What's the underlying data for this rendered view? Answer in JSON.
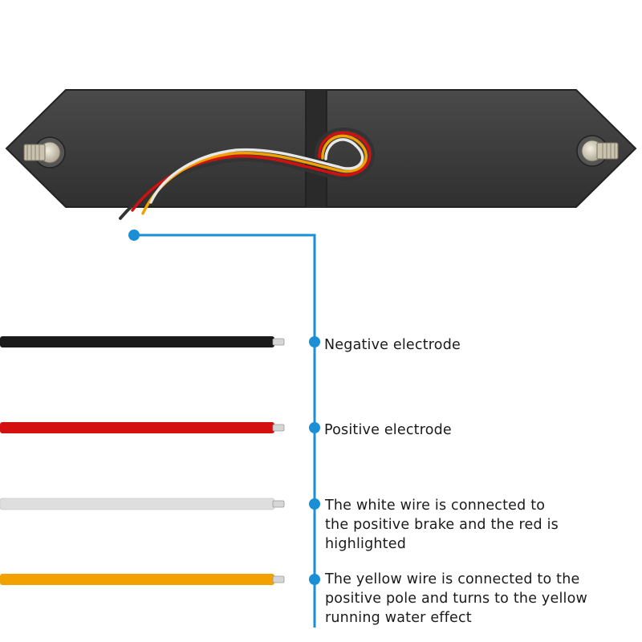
{
  "colors": {
    "panel": "#3b3b3b",
    "panel_edge": "#222222",
    "connector": "#1a8fd6",
    "wire_black": "#1a1a1a",
    "wire_red": "#d40f0f",
    "wire_white": "#dcdcdc",
    "wire_yellow": "#f2a100",
    "wire_tip": "#cfcfcf"
  },
  "product": {
    "icons": [
      "mounting-bolt-icon",
      "wire-harness-icon"
    ]
  },
  "wires": [
    {
      "id": "black",
      "label_lines": [
        "Negative electrode"
      ]
    },
    {
      "id": "red",
      "label_lines": [
        "Positive electrode"
      ]
    },
    {
      "id": "white",
      "label_lines": [
        "The white wire is connected to",
        "the positive brake and the red is",
        "highlighted"
      ]
    },
    {
      "id": "yellow",
      "label_lines": [
        "The yellow wire is connected to the",
        "positive pole and turns to the yellow",
        "running water effect"
      ]
    }
  ]
}
